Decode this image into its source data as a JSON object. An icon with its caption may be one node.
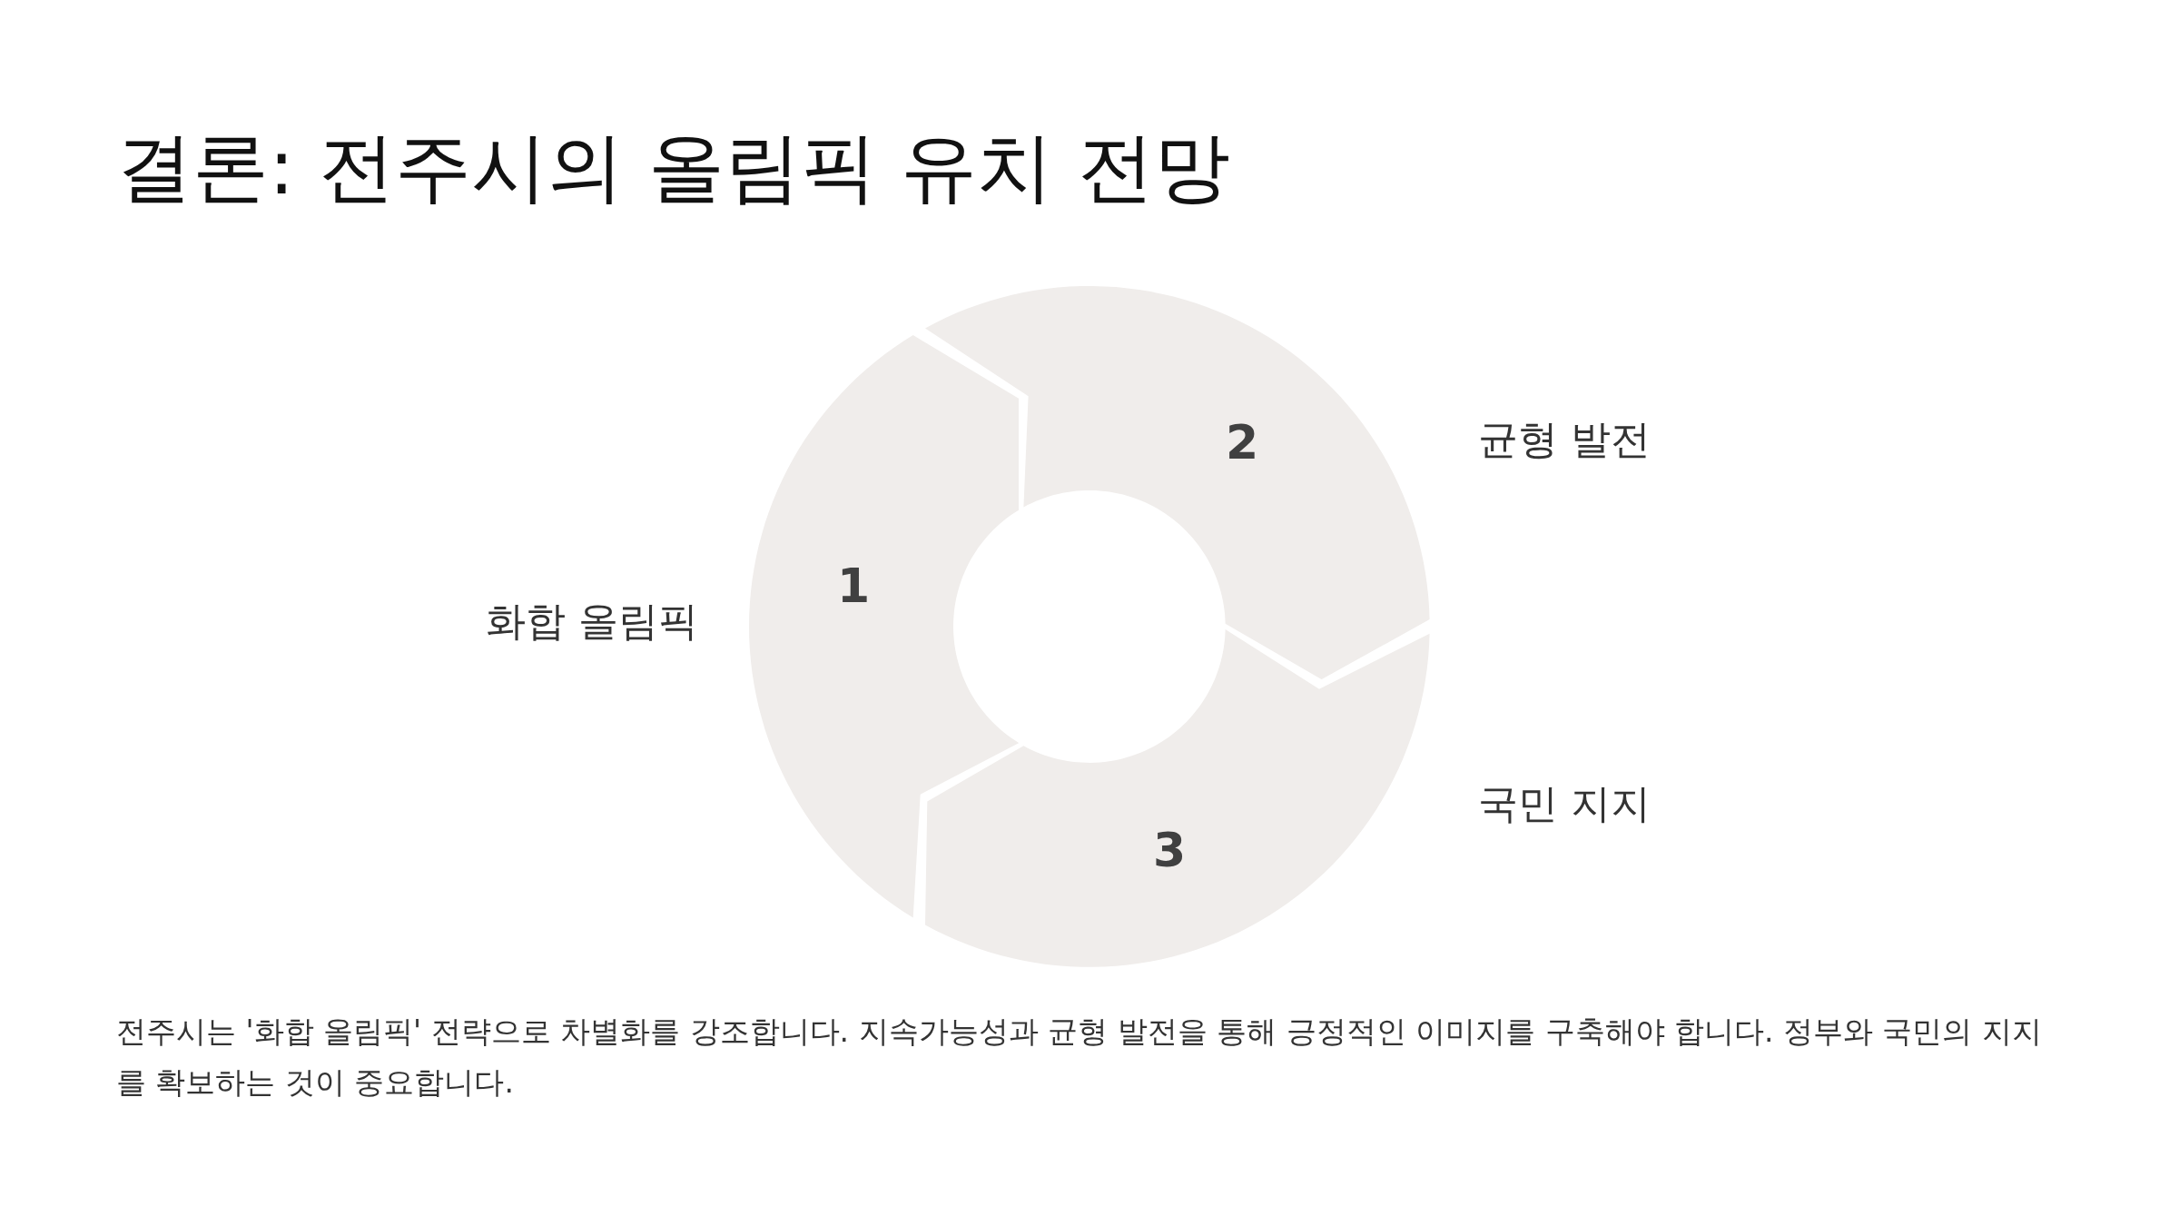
{
  "diagram": {
    "title": "결론: 전주시의 올림픽 유치 전망",
    "caption": "전주시는 '화합 올림픽' 전략으로 차별화를 강조합니다. 지속가능성과 균형 발전을 통해 긍정적인 이미지를 구축해야 합니다. 정부와 국민의 지지를 확보하는 것이 중요합니다.",
    "nodes": [
      {
        "text": [
          "1"
        ],
        "beside": [
          "화합 올림픽"
        ]
      },
      {
        "text": [
          "2"
        ],
        "beside": [
          "균형 발전"
        ]
      },
      {
        "text": [
          "3"
        ],
        "beside": [
          "국민 지지"
        ]
      }
    ]
  }
}
